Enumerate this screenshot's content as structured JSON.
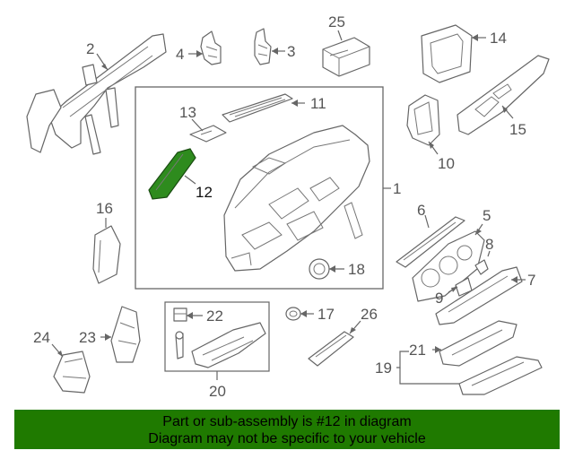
{
  "callouts": {
    "c1": "1",
    "c2": "2",
    "c3": "3",
    "c4": "4",
    "c5": "5",
    "c6": "6",
    "c7": "7",
    "c8": "8",
    "c9": "9",
    "c10": "10",
    "c11": "11",
    "c12": "12",
    "c13": "13",
    "c14": "14",
    "c15": "15",
    "c16": "16",
    "c17": "17",
    "c18": "18",
    "c19": "19",
    "c20": "20",
    "c21": "21",
    "c22": "22",
    "c23": "23",
    "c24": "24",
    "c25": "25",
    "c26": "26"
  },
  "highlight": {
    "part_number": "12",
    "color": "#2e8b1e"
  },
  "banner": {
    "line1": "Part or sub-assembly is #12 in diagram",
    "line2": "Diagram may not be specific to your vehicle",
    "background": "#1f7a00"
  }
}
